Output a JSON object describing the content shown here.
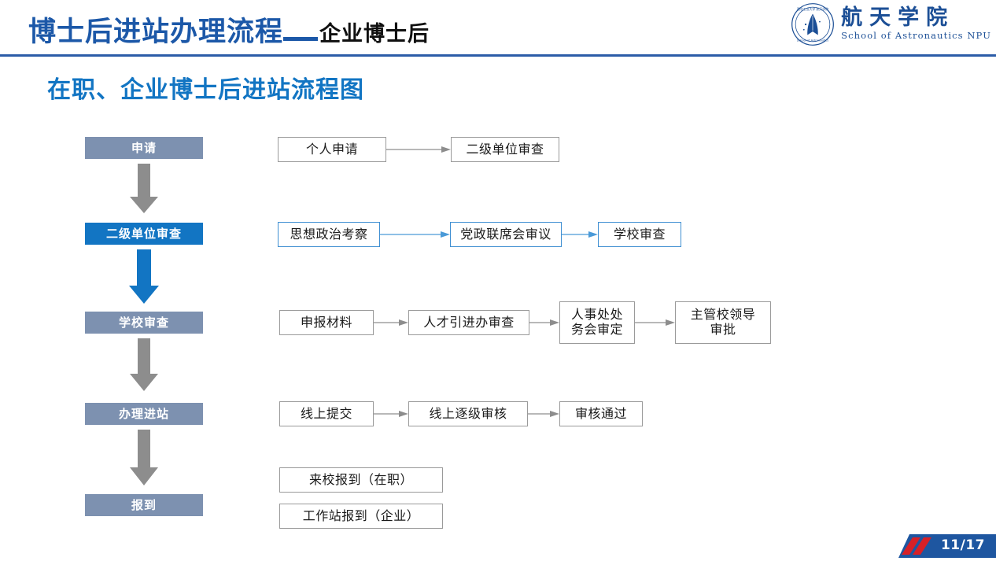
{
  "header": {
    "title_main": "博士后进站办理流程",
    "title_sub": "企业博士后",
    "logo_cn": "航天学院",
    "logo_en": "School of Astronautics NPU",
    "logo_icon": "school-emblem-icon"
  },
  "subtitle": "在职、企业博士后进站流程图",
  "colors": {
    "title_blue": "#1c58a8",
    "subtitle_blue": "#1275c3",
    "stage_gray": "#7d91b0",
    "stage_accent": "#1275c3",
    "node_border": "#9a9a9a",
    "node_border_accent": "#3f8fd2",
    "arrow_gray": "#8d8d8d",
    "arrow_blue": "#1275c3",
    "badge_blue": "#1e56a0",
    "badge_red": "#d62027"
  },
  "flow": {
    "stages": [
      {
        "label": "申请",
        "accent": false
      },
      {
        "label": "二级单位审查",
        "accent": true
      },
      {
        "label": "学校审查",
        "accent": false
      },
      {
        "label": "办理进站",
        "accent": false
      },
      {
        "label": "报到",
        "accent": false
      }
    ],
    "connectors": [
      {
        "name": "stage-arrow-1",
        "accent": false
      },
      {
        "name": "stage-arrow-2",
        "accent": true
      },
      {
        "name": "stage-arrow-3",
        "accent": false
      },
      {
        "name": "stage-arrow-4",
        "accent": false
      }
    ],
    "rows": [
      {
        "stage": "申请",
        "accent": false,
        "nodes": [
          "个人申请",
          "二级单位审查"
        ]
      },
      {
        "stage": "二级单位审查",
        "accent": true,
        "nodes": [
          "思想政治考察",
          "党政联席会审议",
          "学校审查"
        ]
      },
      {
        "stage": "学校审查",
        "accent": false,
        "nodes": [
          "申报材料",
          "人才引进办审查",
          "人事处处\n务会审定",
          "主管校领导\n审批"
        ]
      },
      {
        "stage": "办理进站",
        "accent": false,
        "nodes": [
          "线上提交",
          "线上逐级审核",
          "审核通过"
        ]
      },
      {
        "stage": "报到",
        "accent": false,
        "nodes": [
          "来校报到（在职）",
          "工作站报到（企业）"
        ]
      }
    ]
  },
  "footer": {
    "page_indicator": "11/17"
  }
}
